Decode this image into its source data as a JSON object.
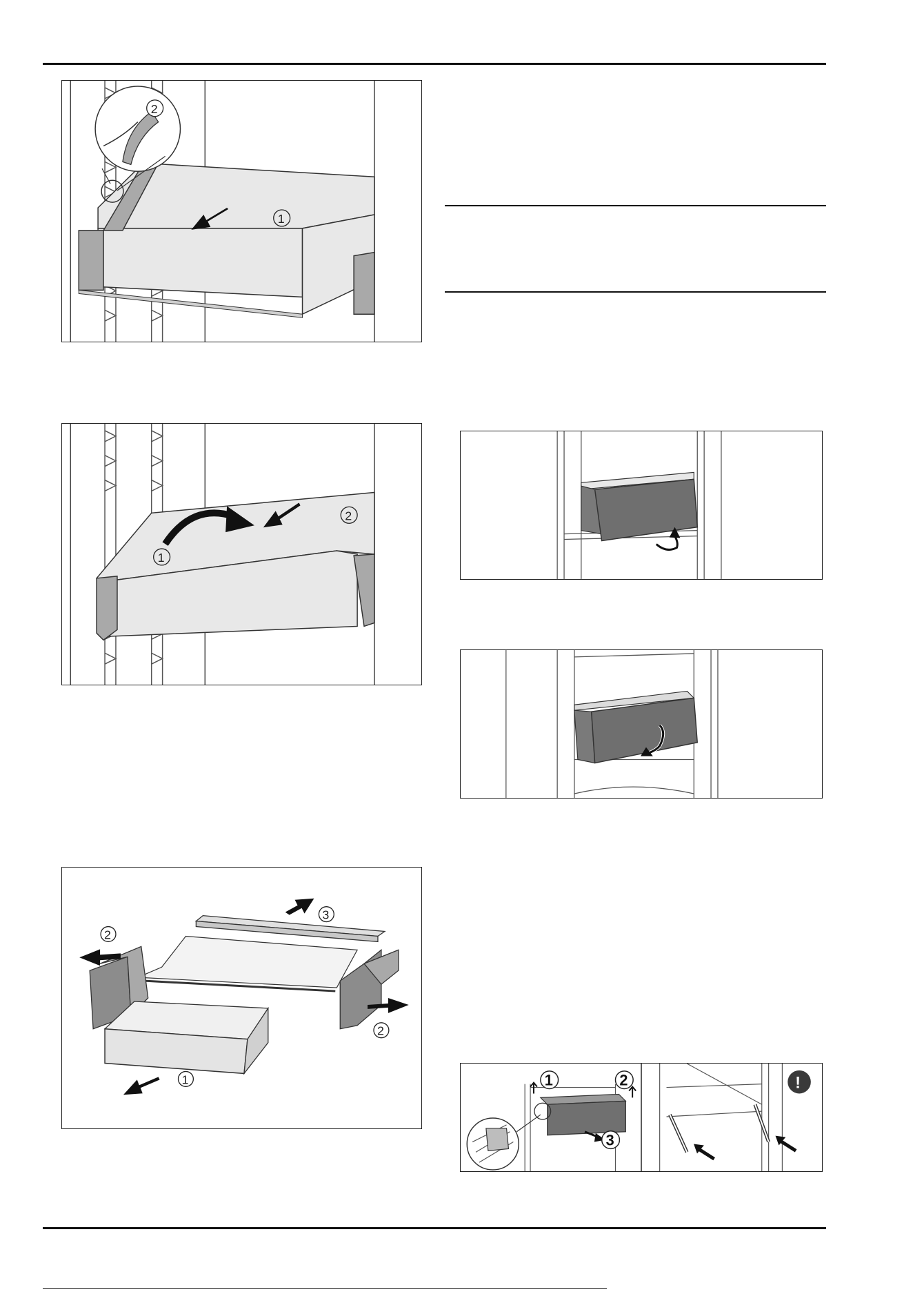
{
  "figures": {
    "fig1": {
      "callouts": [
        "1",
        "2"
      ]
    },
    "fig2": {
      "callouts": [
        "1",
        "2"
      ]
    },
    "fig3": {
      "callouts": [
        "1",
        "2",
        "2",
        "3"
      ]
    },
    "fig4": {
      "callouts": []
    },
    "fig5": {
      "callouts": []
    },
    "fig6": {
      "callouts": [
        "1",
        "2",
        "3"
      ],
      "warning_symbol": "!"
    }
  },
  "icons": {
    "arrow": "arrow-icon",
    "warning": "exclamation-icon"
  }
}
